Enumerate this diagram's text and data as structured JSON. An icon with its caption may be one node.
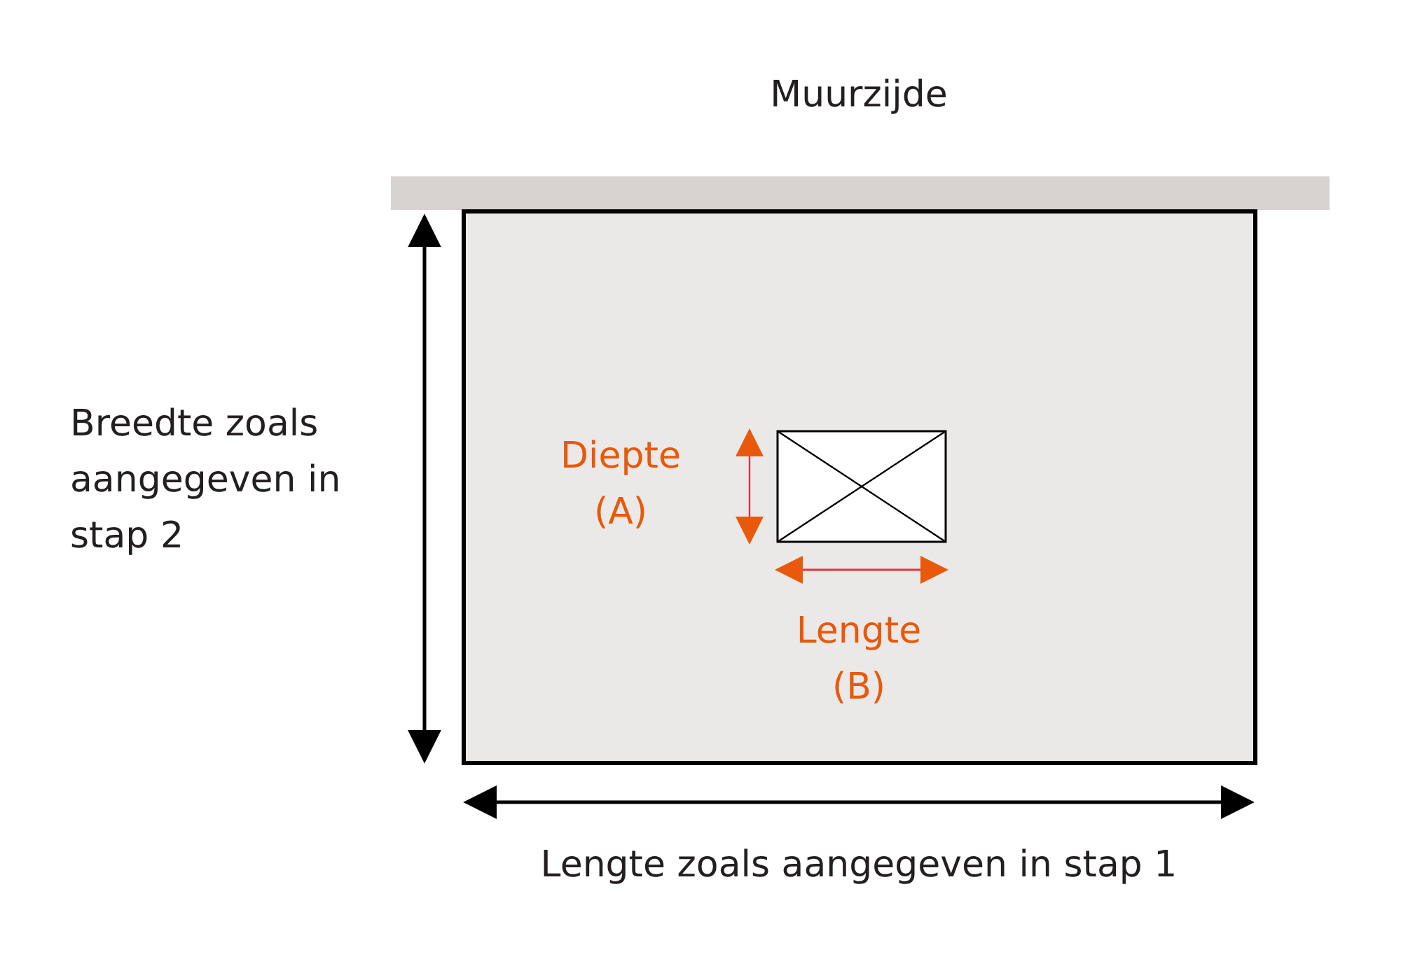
{
  "diagram": {
    "labels": [
      "Muurzijde",
      "Breedte zoals aangegeven in stap 2",
      "Diepte (A)",
      "Lengte (B)",
      "Lengte zoals aangegeven in stap 1"
    ]
  }
}
